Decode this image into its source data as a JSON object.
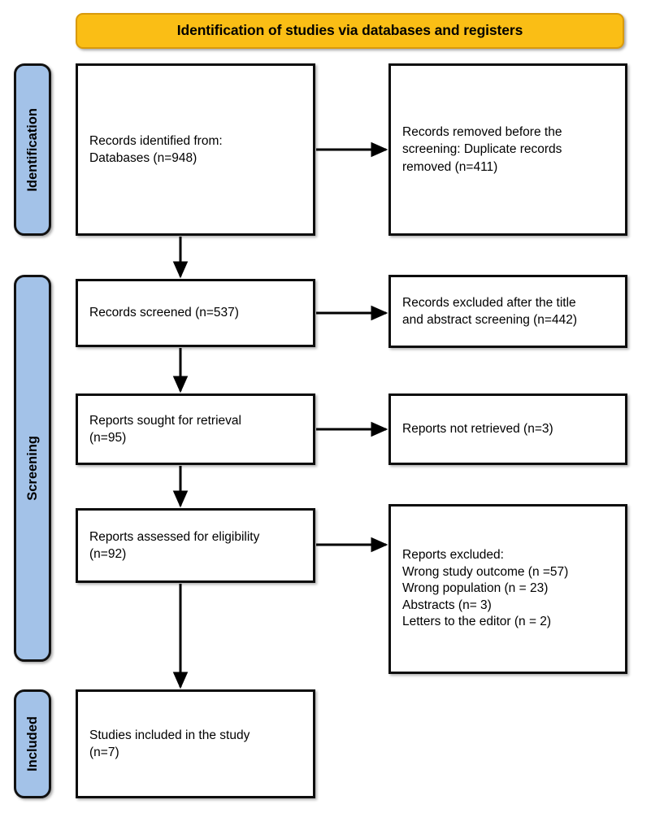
{
  "diagram": {
    "title": "Identification of studies via databases and registers",
    "type": "PRISMA flow diagram",
    "colors": {
      "header_band": "#FABE15",
      "header_band_border": "#D99A0B",
      "stage_pill": "#A3C2E8",
      "box_border": "#0D0D0D",
      "box_fill": "#FFFFFF",
      "connector": "#000000"
    }
  },
  "stages": [
    {
      "id": "identification",
      "label": "Identification"
    },
    {
      "id": "screening",
      "label": "Screening"
    },
    {
      "id": "included",
      "label": "Included"
    }
  ],
  "nodes": {
    "records_identified": {
      "id": "records-identified",
      "stage": "identification",
      "column": "left",
      "text": "Records identified from:\n    Databases (n=948)",
      "lines": [
        "Records identified from:",
        "    Databases (n=948)"
      ],
      "count": 948
    },
    "records_removed": {
      "id": "records-removed-before-screening",
      "stage": "identification",
      "column": "right",
      "text": "Records removed before the\nscreening: Duplicate records\nremoved (n=411)",
      "lines": [
        "Records removed before the",
        "screening: Duplicate records",
        "removed (n=411)"
      ],
      "count": 411
    },
    "records_screened": {
      "id": "records-screened",
      "stage": "screening",
      "column": "left",
      "text": "Records screened (n=537)",
      "lines": [
        "Records screened (n=537)"
      ],
      "count": 537
    },
    "records_excluded_title_abstract": {
      "id": "records-excluded-title-abstract",
      "stage": "screening",
      "column": "right",
      "text": "Records excluded after the title\nand abstract screening (n=442)",
      "lines": [
        "Records excluded after the title",
        "and abstract screening (n=442)"
      ],
      "count": 442
    },
    "reports_sought": {
      "id": "reports-sought-for-retrieval",
      "stage": "screening",
      "column": "left",
      "text": "Reports sought for retrieval\n(n=95)",
      "lines": [
        "Reports sought for retrieval",
        "(n=95)"
      ],
      "count": 95
    },
    "reports_not_retrieved": {
      "id": "reports-not-retrieved",
      "stage": "screening",
      "column": "right",
      "text": "Reports not retrieved (n=3)",
      "lines": [
        "Reports not retrieved (n=3)"
      ],
      "count": 3
    },
    "reports_assessed": {
      "id": "reports-assessed-for-eligibility",
      "stage": "screening",
      "column": "left",
      "text": "Reports assessed for eligibility\n(n=92)",
      "lines": [
        "Reports assessed for eligibility",
        "(n=92)"
      ],
      "count": 92
    },
    "reports_excluded": {
      "id": "reports-excluded",
      "stage": "screening",
      "column": "right",
      "heading": "Reports excluded:",
      "text": "Reports excluded:\n    Wrong study outcome (n =57)\n    Wrong population (n = 23)\n    Abstracts (n= 3)\n    Letters to the editor (n = 2)",
      "reasons": [
        {
          "label": "Wrong study outcome",
          "display": "Wrong study outcome (n =57)",
          "count": 57
        },
        {
          "label": "Wrong population",
          "display": "Wrong population (n = 23)",
          "count": 23
        },
        {
          "label": "Abstracts",
          "display": "Abstracts (n= 3)",
          "count": 3
        },
        {
          "label": "Letters to the editor",
          "display": "Letters to the editor (n = 2)",
          "count": 2
        }
      ]
    },
    "studies_included": {
      "id": "studies-included-in-the-study",
      "stage": "included",
      "column": "left",
      "text": "Studies included in the study\n(n=7)",
      "lines": [
        "Studies included in the study",
        "(n=7)"
      ],
      "count": 7
    }
  },
  "connectors": [
    {
      "from": "records_identified",
      "to": "records_removed",
      "direction": "right"
    },
    {
      "from": "records_identified",
      "to": "records_screened",
      "direction": "down"
    },
    {
      "from": "records_screened",
      "to": "records_excluded_title_abstract",
      "direction": "right"
    },
    {
      "from": "records_screened",
      "to": "reports_sought",
      "direction": "down"
    },
    {
      "from": "reports_sought",
      "to": "reports_not_retrieved",
      "direction": "right"
    },
    {
      "from": "reports_sought",
      "to": "reports_assessed",
      "direction": "down"
    },
    {
      "from": "reports_assessed",
      "to": "reports_excluded",
      "direction": "right"
    },
    {
      "from": "reports_assessed",
      "to": "studies_included",
      "direction": "down"
    }
  ]
}
